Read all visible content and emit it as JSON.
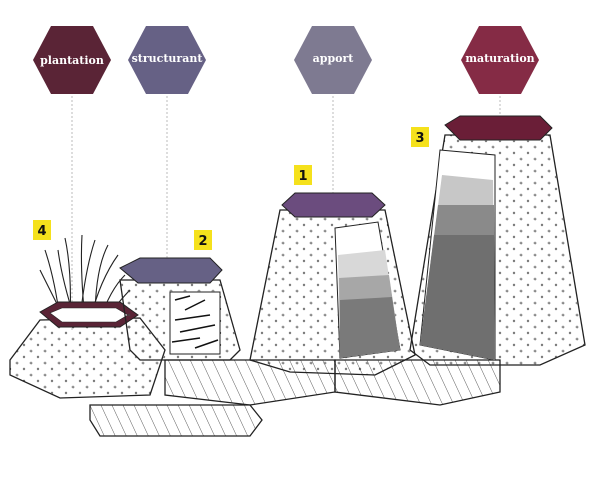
{
  "stages": [
    {
      "label": "plantation",
      "color": "#5a2436"
    },
    {
      "label": "structurant",
      "color": "#666185"
    },
    {
      "label": "apport",
      "color": "#7e7a91"
    },
    {
      "label": "maturation",
      "color": "#852b45"
    }
  ],
  "badges": [
    "4",
    "2",
    "1",
    "3"
  ],
  "badge_color": "#f5e11c"
}
